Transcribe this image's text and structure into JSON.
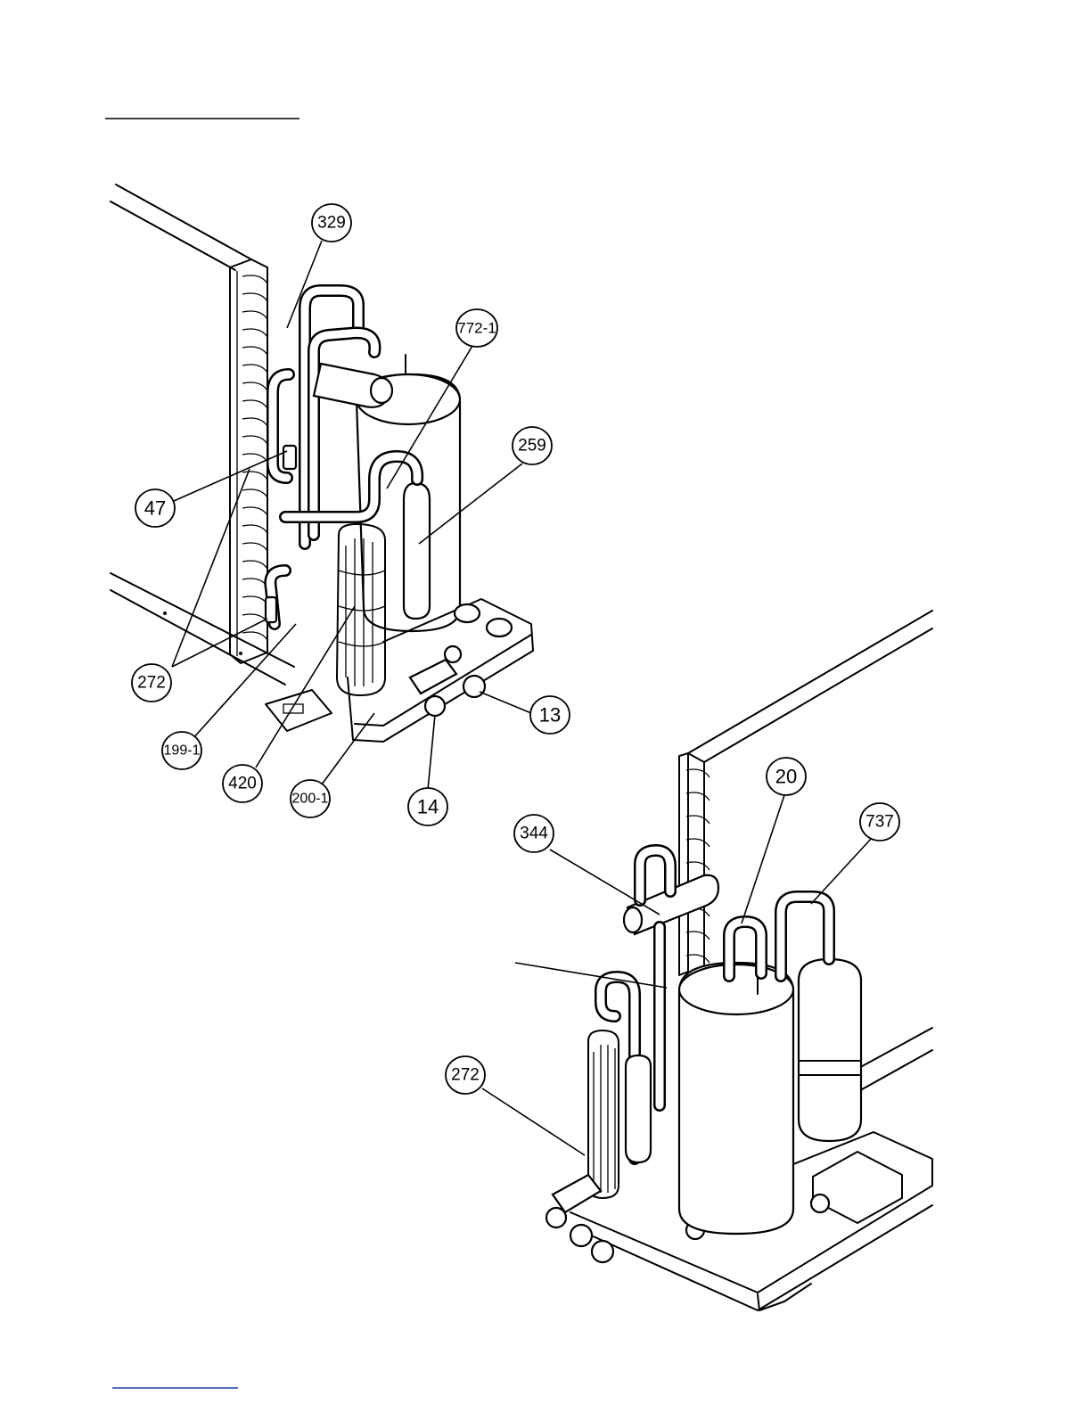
{
  "colors": {
    "ink": "#000000",
    "paper": "#ffffff",
    "rule_top": "#000000",
    "rule_bottom": "#1a3fb0"
  },
  "callouts": [
    {
      "id": "c329",
      "label": "329"
    },
    {
      "id": "c772",
      "label": "772-1"
    },
    {
      "id": "c259",
      "label": "259"
    },
    {
      "id": "c47",
      "label": "47"
    },
    {
      "id": "c272a",
      "label": "272"
    },
    {
      "id": "c199",
      "label": "199-1"
    },
    {
      "id": "c420",
      "label": "420"
    },
    {
      "id": "c200",
      "label": "200-1"
    },
    {
      "id": "c14",
      "label": "14"
    },
    {
      "id": "c13",
      "label": "13"
    },
    {
      "id": "c20",
      "label": "20"
    },
    {
      "id": "c737",
      "label": "737"
    },
    {
      "id": "c344",
      "label": "344"
    },
    {
      "id": "c272b",
      "label": "272"
    }
  ]
}
